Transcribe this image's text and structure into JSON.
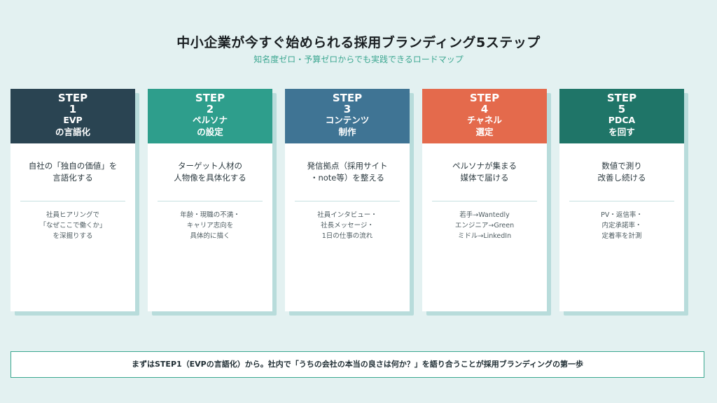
{
  "header": {
    "title": "中小企業が今すぐ始められる採用ブランディング5ステップ",
    "subtitle": "知名度ゼロ・予算ゼロからでも実践できるロードマップ"
  },
  "steps": [
    {
      "step": "STEP",
      "num": "1",
      "name": "EVP\nの言語化",
      "color": "#2a4452",
      "main": "自社の「独自の価値」を\n言語化する",
      "sub": "社員ヒアリングで\n「なぜここで働くか」\nを深掘りする"
    },
    {
      "step": "STEP",
      "num": "2",
      "name": "ペルソナ\nの設定",
      "color": "#2e9e8c",
      "main": "ターゲット人材の\n人物像を具体化する",
      "sub": "年齢・現職の不満・\nキャリア志向を\n具体的に描く"
    },
    {
      "step": "STEP",
      "num": "3",
      "name": "コンテンツ\n制作",
      "color": "#3f7494",
      "main": "発信拠点（採用サイト\n・note等）を整える",
      "sub": "社員インタビュー・\n社長メッセージ・\n1日の仕事の流れ"
    },
    {
      "step": "STEP",
      "num": "4",
      "name": "チャネル\n選定",
      "color": "#e46a4c",
      "main": "ペルソナが集まる\n媒体で届ける",
      "sub": "若手→Wantedly\nエンジニア→Green\nミドル→LinkedIn"
    },
    {
      "step": "STEP",
      "num": "5",
      "name": "PDCA\nを回す",
      "color": "#1f7568",
      "main": "数値で測り\n改善し続ける",
      "sub": "PV・返信率・\n内定承諾率・\n定着率を計測"
    }
  ],
  "footer": {
    "text": "まずはSTEP1（EVPの言語化）から。社内で「うちの会社の本当の良さは何か？」を語り合うことが採用ブランディングの第一歩"
  }
}
